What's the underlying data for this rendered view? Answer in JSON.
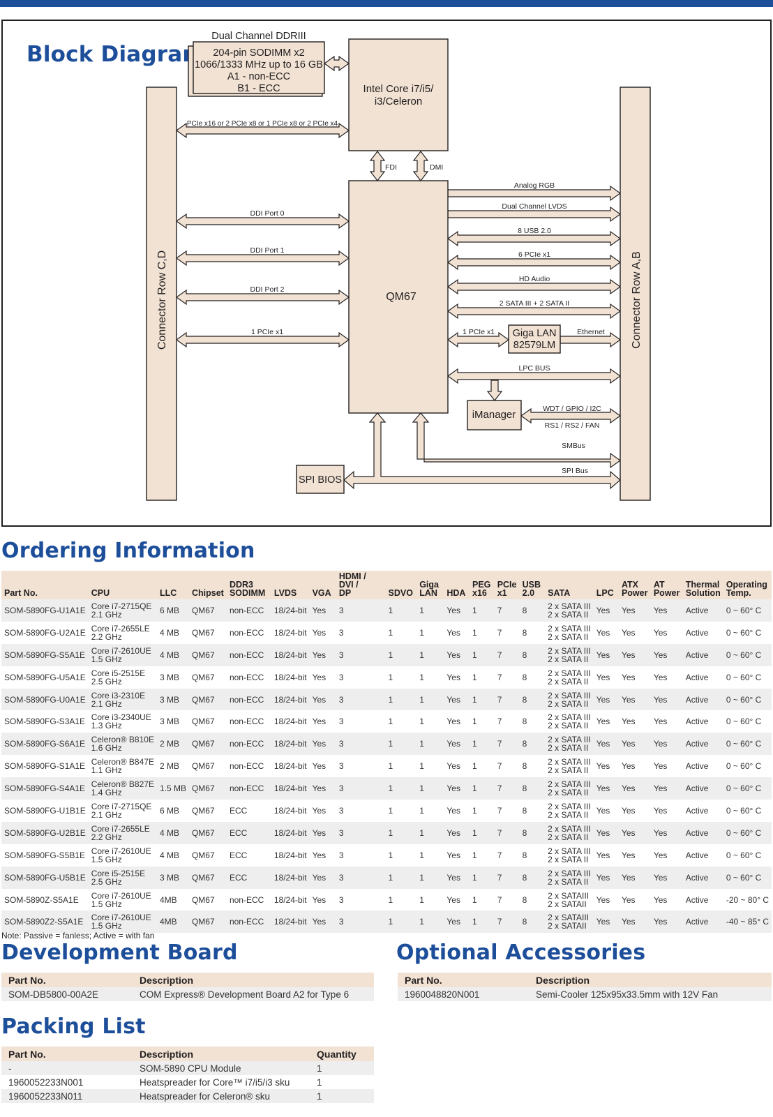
{
  "colors": {
    "title_blue": "#1d4e9a",
    "block_fill": "#f1e2d3",
    "header_fill": "#f1e2d3",
    "row_alt": "#eeeeee"
  },
  "block_diagram": {
    "title": "Block Diagram",
    "blocks": {
      "memory_title": "Dual Channel DDRIII",
      "memory_lines": [
        "204-pin SODIMM x2",
        "1066/1333 MHz up to 16 GB",
        "A1 - non-ECC",
        "B1 - ECC"
      ],
      "cpu_lines": [
        "Intel Core i7/i5/",
        "i3/Celeron"
      ],
      "pch": "QM67",
      "lan_lines": [
        "Giga LAN",
        "82579LM"
      ],
      "imanager": "iManager",
      "spi_bios": "SPI BIOS",
      "connector_left": "Connector    Row C,D",
      "connector_right": "Connector    Row A,B"
    },
    "signals": {
      "pcie_top": "PCIe x16 or 2 PCIe x8 or 1 PCIe x8 or 2 PCIe x4",
      "fdi": "FDI",
      "dmi": "DMI",
      "left": [
        "DDI Port 0",
        "DDI Port 1",
        "DDI Port 2",
        "1 PCIe x1"
      ],
      "right": [
        "Analog RGB",
        "Dual Channel LVDS",
        "8 USB 2.0",
        "6 PCIe x1",
        "HD Audio",
        "2 SATA III + 2 SATA II"
      ],
      "lan_pcie": "1 PCIe x1",
      "ethernet": "Ethernet",
      "lpc_bus": "LPC BUS",
      "wdt": "WDT / GPIO / I2C",
      "rs": "RS1 / RS2 / FAN",
      "smbus": "SMBus",
      "spi_bus": "SPI Bus"
    }
  },
  "ordering": {
    "title": "Ordering Information",
    "headers": [
      [
        "Part No."
      ],
      [
        "CPU"
      ],
      [
        "LLC"
      ],
      [
        "Chipset"
      ],
      [
        "DDR3",
        "SODIMM"
      ],
      [
        "LVDS"
      ],
      [
        "VGA"
      ],
      [
        "HDMI / DVI /",
        "DP"
      ],
      [
        "SDVO"
      ],
      [
        "Giga",
        "LAN"
      ],
      [
        "HDA"
      ],
      [
        "PEG",
        "x16"
      ],
      [
        "PCIe",
        "x1"
      ],
      [
        "USB",
        "2.0"
      ],
      [
        "SATA"
      ],
      [
        "LPC"
      ],
      [
        "ATX",
        "Power"
      ],
      [
        "AT",
        "Power"
      ],
      [
        "Thermal",
        "Solution"
      ],
      [
        "Operating",
        "Temp."
      ]
    ],
    "rows": [
      [
        "SOM-5890FG-U1A1E",
        [
          "Core i7-2715QE",
          "2.1 GHz"
        ],
        "6 MB",
        "QM67",
        "non-ECC",
        "18/24-bit",
        "Yes",
        "3",
        "1",
        "1",
        "Yes",
        "1",
        "7",
        "8",
        [
          "2 x SATA III",
          "2 x SATA II"
        ],
        "Yes",
        "Yes",
        "Yes",
        "Active",
        "0 ~ 60° C"
      ],
      [
        "SOM-5890FG-U2A1E",
        [
          "Core i7-2655LE",
          "2.2 GHz"
        ],
        "4 MB",
        "QM67",
        "non-ECC",
        "18/24-bit",
        "Yes",
        "3",
        "1",
        "1",
        "Yes",
        "1",
        "7",
        "8",
        [
          "2 x SATA III",
          "2 x SATA II"
        ],
        "Yes",
        "Yes",
        "Yes",
        "Active",
        "0 ~ 60° C"
      ],
      [
        "SOM-5890FG-S5A1E",
        [
          "Core i7-2610UE",
          "1.5 GHz"
        ],
        "4 MB",
        "QM67",
        "non-ECC",
        "18/24-bit",
        "Yes",
        "3",
        "1",
        "1",
        "Yes",
        "1",
        "7",
        "8",
        [
          "2 x SATA III",
          "2 x SATA II"
        ],
        "Yes",
        "Yes",
        "Yes",
        "Active",
        "0 ~ 60° C"
      ],
      [
        "SOM-5890FG-U5A1E",
        [
          "Core i5-2515E",
          "2.5 GHz"
        ],
        "3 MB",
        "QM67",
        "non-ECC",
        "18/24-bit",
        "Yes",
        "3",
        "1",
        "1",
        "Yes",
        "1",
        "7",
        "8",
        [
          "2 x SATA III",
          "2 x SATA II"
        ],
        "Yes",
        "Yes",
        "Yes",
        "Active",
        "0 ~ 60° C"
      ],
      [
        "SOM-5890FG-U0A1E",
        [
          "Core i3-2310E",
          "2.1 GHz"
        ],
        "3 MB",
        "QM67",
        "non-ECC",
        "18/24-bit",
        "Yes",
        "3",
        "1",
        "1",
        "Yes",
        "1",
        "7",
        "8",
        [
          "2 x SATA III",
          "2 x SATA II"
        ],
        "Yes",
        "Yes",
        "Yes",
        "Active",
        "0 ~ 60° C"
      ],
      [
        "SOM-5890FG-S3A1E",
        [
          "Core i3-2340UE",
          "1.3 GHz"
        ],
        "3 MB",
        "QM67",
        "non-ECC",
        "18/24-bit",
        "Yes",
        "3",
        "1",
        "1",
        "Yes",
        "1",
        "7",
        "8",
        [
          "2 x SATA III",
          "2 x SATA II"
        ],
        "Yes",
        "Yes",
        "Yes",
        "Active",
        "0 ~ 60° C"
      ],
      [
        "SOM-5890FG-S6A1E",
        [
          "Celeron® B810E",
          "1.6 GHz"
        ],
        "2 MB",
        "QM67",
        "non-ECC",
        "18/24-bit",
        "Yes",
        "3",
        "1",
        "1",
        "Yes",
        "1",
        "7",
        "8",
        [
          "2 x SATA III",
          "2 x SATA II"
        ],
        "Yes",
        "Yes",
        "Yes",
        "Active",
        "0 ~ 60° C"
      ],
      [
        "SOM-5890FG-S1A1E",
        [
          "Celeron® B847E",
          "1.1 GHz"
        ],
        "2 MB",
        "QM67",
        "non-ECC",
        "18/24-bit",
        "Yes",
        "3",
        "1",
        "1",
        "Yes",
        "1",
        "7",
        "8",
        [
          "2 x SATA III",
          "2 x SATA II"
        ],
        "Yes",
        "Yes",
        "Yes",
        "Active",
        "0 ~ 60° C"
      ],
      [
        "SOM-5890FG-S4A1E",
        [
          "Celeron® B827E",
          "1.4 GHz"
        ],
        "1.5 MB",
        "QM67",
        "non-ECC",
        "18/24-bit",
        "Yes",
        "3",
        "1",
        "1",
        "Yes",
        "1",
        "7",
        "8",
        [
          "2 x SATA III",
          "2 x SATA II"
        ],
        "Yes",
        "Yes",
        "Yes",
        "Active",
        "0 ~ 60° C"
      ],
      [
        "SOM-5890FG-U1B1E",
        [
          "Core i7-2715QE",
          "2.1 GHz"
        ],
        "6 MB",
        "QM67",
        "ECC",
        "18/24-bit",
        "Yes",
        "3",
        "1",
        "1",
        "Yes",
        "1",
        "7",
        "8",
        [
          "2 x SATA III",
          "2 x SATA II"
        ],
        "Yes",
        "Yes",
        "Yes",
        "Active",
        "0 ~ 60° C"
      ],
      [
        "SOM-5890FG-U2B1E",
        [
          "Core i7-2655LE",
          "2.2 GHz"
        ],
        "4 MB",
        "QM67",
        "ECC",
        "18/24-bit",
        "Yes",
        "3",
        "1",
        "1",
        "Yes",
        "1",
        "7",
        "8",
        [
          "2 x SATA III",
          "2 x SATA II"
        ],
        "Yes",
        "Yes",
        "Yes",
        "Active",
        "0 ~ 60° C"
      ],
      [
        "SOM-5890FG-S5B1E",
        [
          "Core i7-2610UE",
          "1.5 GHz"
        ],
        "4 MB",
        "QM67",
        "ECC",
        "18/24-bit",
        "Yes",
        "3",
        "1",
        "1",
        "Yes",
        "1",
        "7",
        "8",
        [
          "2 x SATA III",
          "2 x SATA II"
        ],
        "Yes",
        "Yes",
        "Yes",
        "Active",
        "0 ~ 60° C"
      ],
      [
        "SOM-5890FG-U5B1E",
        [
          "Core i5-2515E",
          "2.5 GHz"
        ],
        "3 MB",
        "QM67",
        "ECC",
        "18/24-bit",
        "Yes",
        "3",
        "1",
        "1",
        "Yes",
        "1",
        "7",
        "8",
        [
          "2 x SATA III",
          "2 x SATA II"
        ],
        "Yes",
        "Yes",
        "Yes",
        "Active",
        "0 ~ 60° C"
      ],
      [
        "SOM-5890Z-S5A1E",
        [
          "Core i7-2610UE",
          "1.5 GHz"
        ],
        "4MB",
        "QM67",
        "non-ECC",
        "18/24-bit",
        "Yes",
        "3",
        "1",
        "1",
        "Yes",
        "1",
        "7",
        "8",
        [
          "2 x SATAIII",
          "2 x SATAII"
        ],
        "Yes",
        "Yes",
        "Yes",
        "Active",
        "-20 ~ 80° C"
      ],
      [
        "SOM-5890Z2-S5A1E",
        [
          "Core i7-2610UE",
          "1.5 GHz"
        ],
        "4MB",
        "QM67",
        "non-ECC",
        "18/24-bit",
        "Yes",
        "3",
        "1",
        "1",
        "Yes",
        "1",
        "7",
        "8",
        [
          "2 x SATAIII",
          "2 x SATAII"
        ],
        "Yes",
        "Yes",
        "Yes",
        "Active",
        "-40 ~ 85° C"
      ]
    ],
    "note": "Note: Passive = fanless;  Active = with fan"
  },
  "dev_board": {
    "title": "Development Board",
    "headers": [
      "Part No.",
      "Description"
    ],
    "rows": [
      [
        "SOM-DB5800-00A2E",
        "COM Express® Development Board A2 for Type 6"
      ]
    ]
  },
  "accessories": {
    "title": "Optional Accessories",
    "headers": [
      "Part No.",
      "Description"
    ],
    "rows": [
      [
        "1960048820N001",
        "Semi-Cooler 125x95x33.5mm with 12V Fan"
      ]
    ]
  },
  "packing": {
    "title": "Packing List",
    "headers": [
      "Part No.",
      "Description",
      "Quantity"
    ],
    "rows": [
      [
        "-",
        "SOM-5890 CPU Module",
        "1"
      ],
      [
        "1960052233N001",
        "Heatspreader for Core™ i7/i5/i3 sku",
        "1"
      ],
      [
        "1960052233N011",
        "Heatspreader for Celeron® sku",
        "1"
      ]
    ]
  }
}
